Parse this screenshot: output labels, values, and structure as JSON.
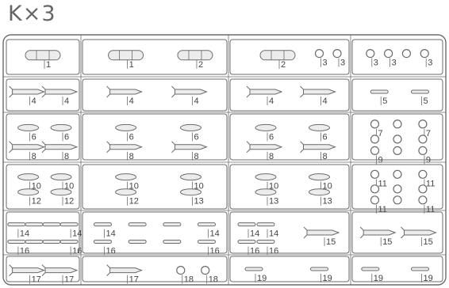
{
  "title": "K×3",
  "colors": {
    "line": "#6b6b6b",
    "fill": "#ececec",
    "text": "#444444"
  },
  "parts": [
    {
      "cell": [
        0,
        0
      ],
      "items": [
        {
          "t": "tank",
          "u": 0.5,
          "v": 0.45,
          "lab": "1"
        }
      ]
    },
    {
      "cell": [
        0,
        1
      ],
      "items": [
        {
          "t": "tank",
          "u": 0.3,
          "v": 0.45,
          "lab": "1"
        },
        {
          "t": "tank",
          "u": 0.78,
          "v": 0.45,
          "lab": "2"
        }
      ]
    },
    {
      "cell": [
        0,
        2
      ],
      "items": [
        {
          "t": "tank",
          "u": 0.4,
          "v": 0.45,
          "lab": "2"
        },
        {
          "t": "ring",
          "u": 0.75,
          "v": 0.4,
          "lab": "3"
        },
        {
          "t": "ring",
          "u": 0.9,
          "v": 0.4,
          "lab": "3"
        }
      ]
    },
    {
      "cell": [
        0,
        3
      ],
      "items": [
        {
          "t": "ring",
          "u": 0.2,
          "v": 0.4,
          "lab": "3"
        },
        {
          "t": "ring",
          "u": 0.4,
          "v": 0.4,
          "lab": "3"
        },
        {
          "t": "ring",
          "u": 0.6,
          "v": 0.4,
          "lab": ""
        },
        {
          "t": "ring",
          "u": 0.8,
          "v": 0.4,
          "lab": "3"
        }
      ]
    },
    {
      "cell": [
        1,
        0
      ],
      "items": [
        {
          "t": "missile",
          "u": 0.3,
          "v": 0.4,
          "lab": "4"
        },
        {
          "t": "missile",
          "u": 0.75,
          "v": 0.4,
          "lab": "4"
        }
      ]
    },
    {
      "cell": [
        1,
        1
      ],
      "items": [
        {
          "t": "missile",
          "u": 0.3,
          "v": 0.4,
          "lab": "4"
        },
        {
          "t": "missile",
          "u": 0.75,
          "v": 0.4,
          "lab": "4"
        }
      ]
    },
    {
      "cell": [
        1,
        2
      ],
      "items": [
        {
          "t": "missile",
          "u": 0.3,
          "v": 0.4,
          "lab": "4"
        },
        {
          "t": "missile",
          "u": 0.75,
          "v": 0.4,
          "lab": "4"
        }
      ]
    },
    {
      "cell": [
        1,
        3
      ],
      "items": [
        {
          "t": "rod",
          "u": 0.3,
          "v": 0.4,
          "lab": "5"
        },
        {
          "t": "rod",
          "u": 0.75,
          "v": 0.4,
          "lab": "5"
        }
      ]
    },
    {
      "cell": [
        2,
        0
      ],
      "items": [
        {
          "t": "pellet",
          "u": 0.3,
          "v": 0.3,
          "lab": "6"
        },
        {
          "t": "pellet",
          "u": 0.75,
          "v": 0.3,
          "lab": "6"
        },
        {
          "t": "missile",
          "u": 0.3,
          "v": 0.72,
          "lab": "8"
        },
        {
          "t": "missile",
          "u": 0.75,
          "v": 0.72,
          "lab": "8"
        }
      ]
    },
    {
      "cell": [
        2,
        1
      ],
      "items": [
        {
          "t": "pellet",
          "u": 0.3,
          "v": 0.3,
          "lab": "6"
        },
        {
          "t": "pellet",
          "u": 0.75,
          "v": 0.3,
          "lab": "6"
        },
        {
          "t": "missile",
          "u": 0.3,
          "v": 0.72,
          "lab": "8"
        },
        {
          "t": "missile",
          "u": 0.75,
          "v": 0.72,
          "lab": "8"
        }
      ]
    },
    {
      "cell": [
        2,
        2
      ],
      "items": [
        {
          "t": "pellet",
          "u": 0.3,
          "v": 0.3,
          "lab": "6"
        },
        {
          "t": "pellet",
          "u": 0.75,
          "v": 0.3,
          "lab": "6"
        },
        {
          "t": "missile",
          "u": 0.3,
          "v": 0.72,
          "lab": "8"
        },
        {
          "t": "missile",
          "u": 0.75,
          "v": 0.72,
          "lab": "8"
        }
      ]
    },
    {
      "cell": [
        2,
        3
      ],
      "items": [
        {
          "t": "ring",
          "u": 0.25,
          "v": 0.22,
          "lab": "7"
        },
        {
          "t": "ring",
          "u": 0.5,
          "v": 0.22,
          "lab": ""
        },
        {
          "t": "ring",
          "u": 0.78,
          "v": 0.22,
          "lab": "7"
        },
        {
          "t": "ring",
          "u": 0.25,
          "v": 0.55,
          "lab": ""
        },
        {
          "t": "ring",
          "u": 0.5,
          "v": 0.55,
          "lab": ""
        },
        {
          "t": "ring",
          "u": 0.78,
          "v": 0.55,
          "lab": ""
        },
        {
          "t": "ring",
          "u": 0.25,
          "v": 0.8,
          "lab": "9"
        },
        {
          "t": "ring",
          "u": 0.5,
          "v": 0.8,
          "lab": ""
        },
        {
          "t": "ring",
          "u": 0.78,
          "v": 0.8,
          "lab": "9"
        }
      ]
    },
    {
      "cell": [
        3,
        0
      ],
      "items": [
        {
          "t": "pellet",
          "u": 0.3,
          "v": 0.28,
          "lab": "10"
        },
        {
          "t": "pellet",
          "u": 0.75,
          "v": 0.28,
          "lab": "10"
        },
        {
          "t": "pellet",
          "u": 0.3,
          "v": 0.62,
          "lab": "12"
        },
        {
          "t": "pellet",
          "u": 0.75,
          "v": 0.62,
          "lab": "12"
        }
      ]
    },
    {
      "cell": [
        3,
        1
      ],
      "items": [
        {
          "t": "pellet",
          "u": 0.3,
          "v": 0.28,
          "lab": "10"
        },
        {
          "t": "pellet",
          "u": 0.75,
          "v": 0.28,
          "lab": "10"
        },
        {
          "t": "pellet",
          "u": 0.3,
          "v": 0.62,
          "lab": "12"
        },
        {
          "t": "pellet",
          "u": 0.75,
          "v": 0.62,
          "lab": "13"
        }
      ]
    },
    {
      "cell": [
        3,
        2
      ],
      "items": [
        {
          "t": "pellet",
          "u": 0.3,
          "v": 0.28,
          "lab": "10"
        },
        {
          "t": "pellet",
          "u": 0.75,
          "v": 0.28,
          "lab": "10"
        },
        {
          "t": "pellet",
          "u": 0.3,
          "v": 0.62,
          "lab": "13"
        },
        {
          "t": "pellet",
          "u": 0.75,
          "v": 0.62,
          "lab": "13"
        }
      ]
    },
    {
      "cell": [
        3,
        3
      ],
      "items": [
        {
          "t": "ring",
          "u": 0.25,
          "v": 0.22,
          "lab": "11"
        },
        {
          "t": "ring",
          "u": 0.5,
          "v": 0.22,
          "lab": ""
        },
        {
          "t": "ring",
          "u": 0.78,
          "v": 0.22,
          "lab": "11"
        },
        {
          "t": "ring",
          "u": 0.25,
          "v": 0.55,
          "lab": ""
        },
        {
          "t": "ring",
          "u": 0.5,
          "v": 0.55,
          "lab": ""
        },
        {
          "t": "ring",
          "u": 0.78,
          "v": 0.55,
          "lab": ""
        },
        {
          "t": "ring",
          "u": 0.25,
          "v": 0.8,
          "lab": "11"
        },
        {
          "t": "ring",
          "u": 0.5,
          "v": 0.8,
          "lab": ""
        },
        {
          "t": "ring",
          "u": 0.78,
          "v": 0.8,
          "lab": "11"
        }
      ]
    },
    {
      "cell": [
        4,
        0
      ],
      "items": [
        {
          "t": "rod",
          "u": 0.14,
          "v": 0.3,
          "lab": "14"
        },
        {
          "t": "rod",
          "u": 0.38,
          "v": 0.3,
          "lab": ""
        },
        {
          "t": "rod",
          "u": 0.62,
          "v": 0.3,
          "lab": ""
        },
        {
          "t": "rod",
          "u": 0.86,
          "v": 0.3,
          "lab": "14"
        },
        {
          "t": "rod",
          "u": 0.14,
          "v": 0.72,
          "lab": "16"
        },
        {
          "t": "rod",
          "u": 0.38,
          "v": 0.72,
          "lab": ""
        },
        {
          "t": "rod",
          "u": 0.62,
          "v": 0.72,
          "lab": ""
        },
        {
          "t": "rod",
          "u": 0.86,
          "v": 0.72,
          "lab": "16"
        }
      ]
    },
    {
      "cell": [
        4,
        1
      ],
      "items": [
        {
          "t": "rod",
          "u": 0.14,
          "v": 0.3,
          "lab": "14"
        },
        {
          "t": "rod",
          "u": 0.38,
          "v": 0.3,
          "lab": ""
        },
        {
          "t": "rod",
          "u": 0.62,
          "v": 0.3,
          "lab": ""
        },
        {
          "t": "rod",
          "u": 0.86,
          "v": 0.3,
          "lab": "14"
        },
        {
          "t": "rod",
          "u": 0.14,
          "v": 0.72,
          "lab": "16"
        },
        {
          "t": "rod",
          "u": 0.38,
          "v": 0.72,
          "lab": ""
        },
        {
          "t": "rod",
          "u": 0.62,
          "v": 0.72,
          "lab": ""
        },
        {
          "t": "rod",
          "u": 0.86,
          "v": 0.72,
          "lab": "16"
        }
      ]
    },
    {
      "cell": [
        4,
        2
      ],
      "items": [
        {
          "t": "rod",
          "u": 0.14,
          "v": 0.3,
          "lab": "14"
        },
        {
          "t": "rod",
          "u": 0.3,
          "v": 0.3,
          "lab": "14"
        },
        {
          "t": "rod",
          "u": 0.14,
          "v": 0.72,
          "lab": "16"
        },
        {
          "t": "rod",
          "u": 0.3,
          "v": 0.72,
          "lab": "16"
        },
        {
          "t": "missile",
          "u": 0.78,
          "v": 0.5,
          "lab": "15"
        }
      ]
    },
    {
      "cell": [
        4,
        3
      ],
      "items": [
        {
          "t": "missile",
          "u": 0.3,
          "v": 0.5,
          "lab": "15"
        },
        {
          "t": "missile",
          "u": 0.75,
          "v": 0.5,
          "lab": "15"
        }
      ]
    },
    {
      "cell": [
        5,
        0
      ],
      "items": [
        {
          "t": "missile",
          "u": 0.3,
          "v": 0.55,
          "lab": "17"
        },
        {
          "t": "missile",
          "u": 0.75,
          "v": 0.55,
          "lab": "17"
        }
      ]
    },
    {
      "cell": [
        5,
        1
      ],
      "items": [
        {
          "t": "missile",
          "u": 0.3,
          "v": 0.55,
          "lab": "17"
        },
        {
          "t": "ring",
          "u": 0.68,
          "v": 0.55,
          "lab": "18"
        },
        {
          "t": "ring",
          "u": 0.85,
          "v": 0.55,
          "lab": "18"
        }
      ]
    },
    {
      "cell": [
        5,
        2
      ],
      "items": [
        {
          "t": "rod",
          "u": 0.2,
          "v": 0.5,
          "lab": "19"
        },
        {
          "t": "rod",
          "u": 0.75,
          "v": 0.5,
          "lab": "19"
        }
      ]
    },
    {
      "cell": [
        5,
        3
      ],
      "items": [
        {
          "t": "rod",
          "u": 0.2,
          "v": 0.5,
          "lab": "19"
        },
        {
          "t": "rod",
          "u": 0.75,
          "v": 0.5,
          "lab": "19"
        }
      ]
    }
  ]
}
